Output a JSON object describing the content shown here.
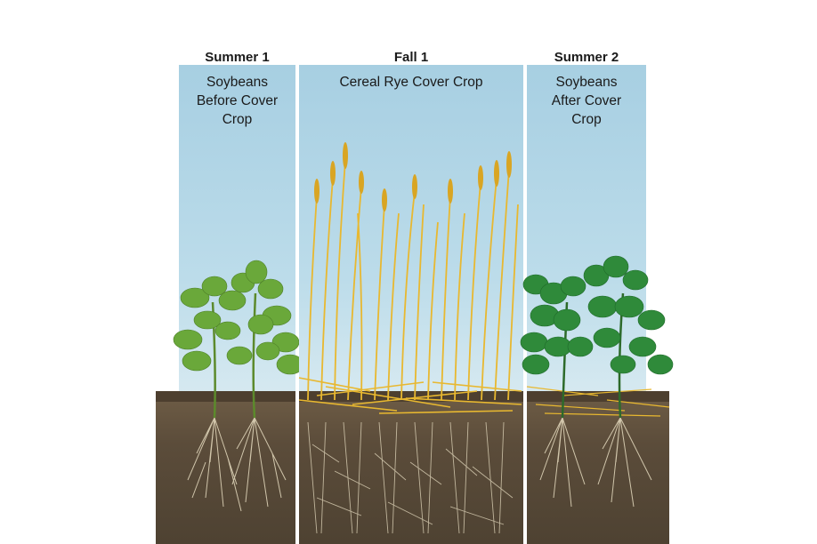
{
  "panels": [
    {
      "season": "Summer 1",
      "description": [
        "Soybeans",
        "Before Cover",
        "Crop"
      ]
    },
    {
      "season": "Fall 1",
      "description": [
        "Cereal Rye Cover Crop"
      ]
    },
    {
      "season": "Summer 2",
      "description": [
        "Soybeans",
        "After Cover",
        "Crop"
      ]
    }
  ],
  "colors": {
    "sky": "#b6d8e8",
    "soil": "#5b4c3a",
    "soybean_leaf_early": "#6aa83a",
    "soybean_leaf_late": "#2f8a3a",
    "rye": "#e8b830",
    "roots": "#e6dcc0"
  }
}
